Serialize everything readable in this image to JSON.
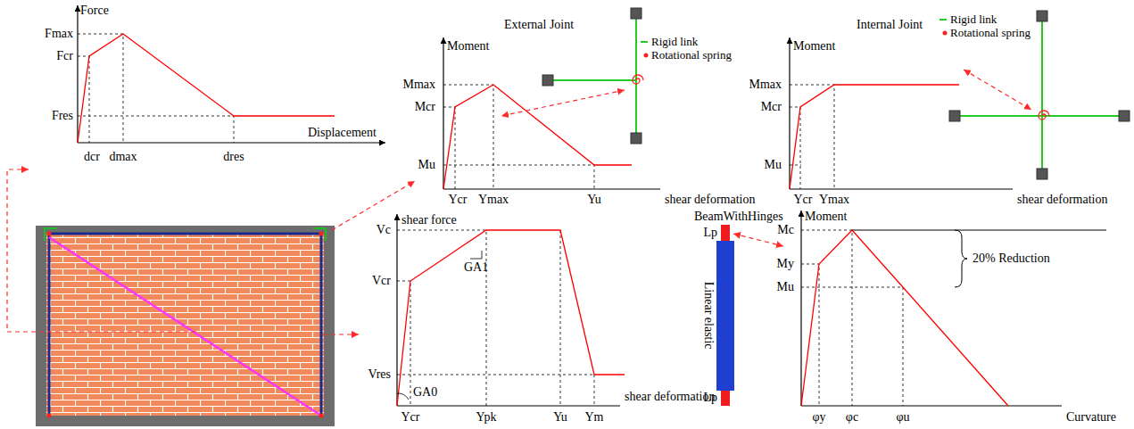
{
  "diagram": {
    "labels": [
      "Force",
      "Fmax",
      "Fcr",
      "Fres",
      "dcr",
      "dmax",
      "dres",
      "Displacement",
      "External Joint",
      "Moment",
      "Mmax",
      "Mcr",
      "Mu",
      "Ycr",
      "Ymax",
      "Yu",
      "shear deformation",
      "Internal Joint",
      "Moment",
      "Mmax",
      "Mcr",
      "Mu",
      "Ycr",
      "Ymax",
      "shear deformation",
      "shear force",
      "Vc",
      "Vcr",
      "Vres",
      "GA1",
      "GA0",
      "Ycr",
      "Ypk",
      "Yu",
      "Ym",
      "shear deformation",
      "BeamWithHinges",
      "Lp",
      "Linear elastic",
      "Lp",
      "Moment",
      "Mc",
      "My",
      "Mu",
      "20% Reduction",
      "φy",
      "φc",
      "φu",
      "Curvature"
    ],
    "legend": [
      {
        "text": "Rigid link"
      },
      {
        "text": "Rotational spring"
      },
      {
        "text": "Rigid link"
      },
      {
        "text": "Rotational spring"
      }
    ]
  }
}
